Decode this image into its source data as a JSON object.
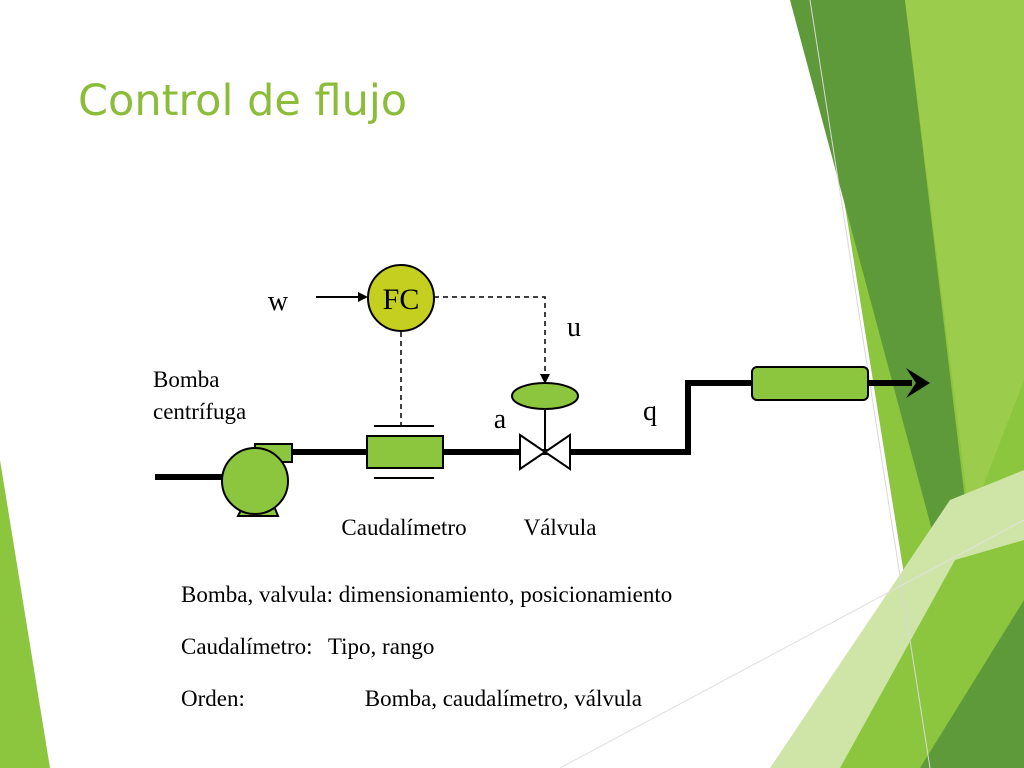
{
  "title": "Control de flujo",
  "diagram": {
    "controller": "FC",
    "setpoint": "w",
    "control_signal": "u",
    "opening": "a",
    "flow": "q",
    "pump_label_line1": "Bomba",
    "pump_label_line2": "centrífuga",
    "flowmeter_label": "Caudalímetro",
    "valve_label": "Válvula"
  },
  "notes": [
    {
      "key": "Bomba, valvula:",
      "value": "dimensionamiento, posicionamiento"
    },
    {
      "key": "Caudalímetro:",
      "value": "Tipo, rango"
    },
    {
      "key": "Orden:",
      "value": "Bomba, caudalímetro, válvula"
    }
  ],
  "colors": {
    "title": "#8cbd3a",
    "equipment_fill": "#8cc63f",
    "controller_fill": "#c5cf1f",
    "deco_dark": "#5f9a3a",
    "deco_mid": "#8cc63f",
    "deco_light": "#cfe5a7"
  }
}
